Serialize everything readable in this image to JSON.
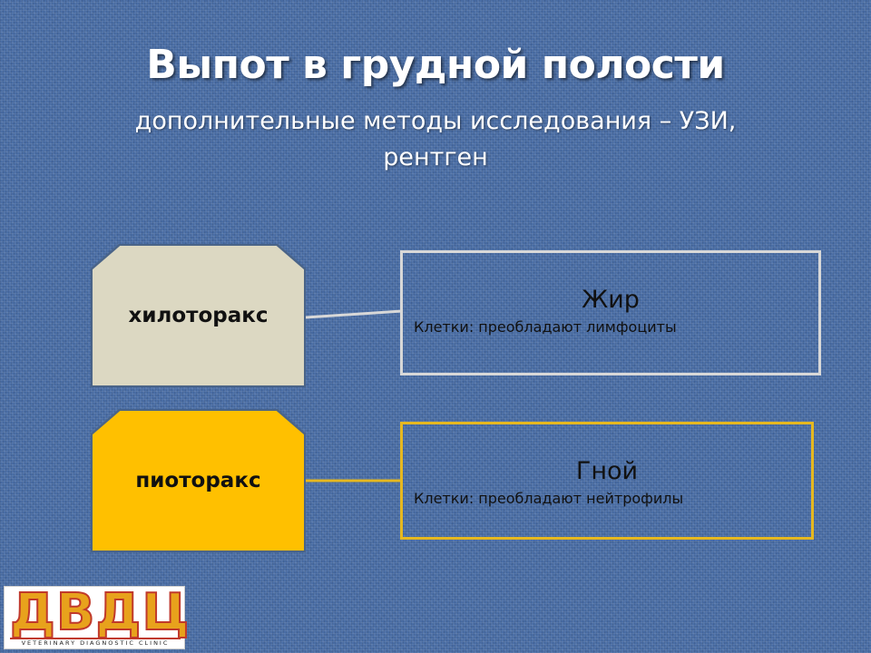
{
  "slide": {
    "title": "Выпот в грудной полости",
    "subtitle": "дополнительные методы исследования – УЗИ, рентген"
  },
  "items": [
    {
      "term": "хилотоpакс",
      "heading": "Жир",
      "detail": "Клетки: преобладают лимфоциты",
      "chip_color": "#dcd8c2",
      "chip_border": "#4a6488",
      "box_border": "#d8d8d8",
      "connector_color": "#d8d8d8"
    },
    {
      "term": "пиоторакс",
      "heading": "Гной",
      "detail": "Клетки: преобладают нейтрофилы",
      "chip_color": "#ffc000",
      "chip_border": "#4a6488",
      "box_border": "#e6b820",
      "connector_color": "#e6b820"
    }
  ],
  "logo": {
    "mark": "ДВДЦ",
    "caption": "VETERINARY DIAGNOSTIC CLINIC"
  }
}
